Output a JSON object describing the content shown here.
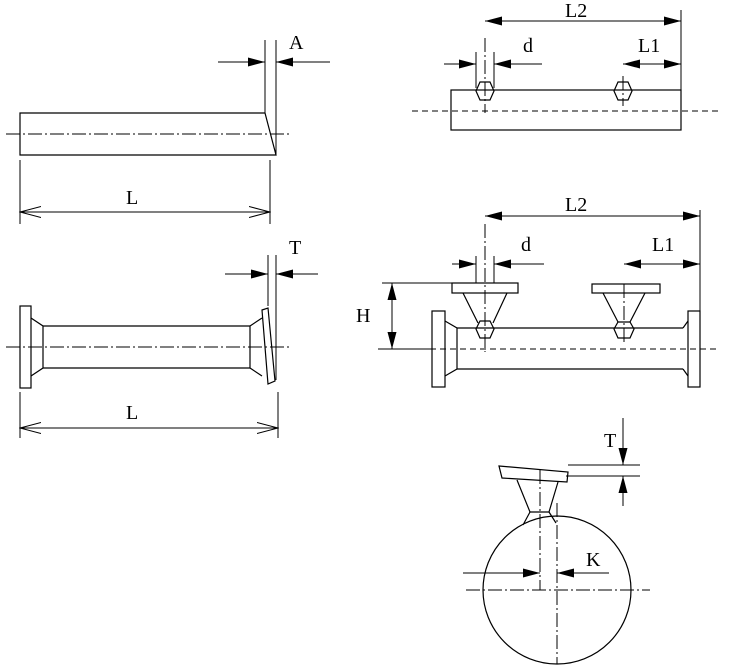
{
  "labels": {
    "a": "A",
    "l": "L",
    "t": "T",
    "l2": "L2",
    "l1": "L1",
    "d": "d",
    "h": "H",
    "k": "K"
  }
}
